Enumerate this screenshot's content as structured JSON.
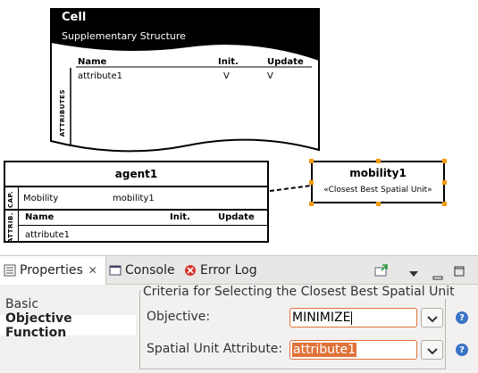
{
  "diagram": {
    "cell": {
      "title": "Cell",
      "subtitle": "Supplementary Structure",
      "section_label": "ATTRIBUTES",
      "columns": {
        "name": "Name",
        "init": "Init.",
        "update": "Update"
      },
      "rows": [
        {
          "name": "attribute1",
          "init": "V",
          "update": "V"
        }
      ]
    },
    "agent": {
      "title": "agent1",
      "cap_label": "CAP.",
      "cap_name": "Mobility",
      "cap_value": "mobility1",
      "attrib_label": "ATTRIB.",
      "columns": {
        "name": "Name",
        "init": "Init.",
        "update": "Update"
      },
      "rows": [
        {
          "name": "attribute1"
        }
      ]
    },
    "mobility": {
      "title": "mobility1",
      "stereotype": "«Closest Best Spatial Unit»"
    }
  },
  "tabs": [
    {
      "label": "Properties",
      "icon": "properties-icon",
      "active": true
    },
    {
      "label": "Console",
      "icon": "console-icon"
    },
    {
      "label": "Error Log",
      "icon": "error-log-icon"
    }
  ],
  "sidebar": {
    "items": [
      {
        "label": "Basic",
        "selected": false
      },
      {
        "label": "Objective Function",
        "selected": true
      }
    ]
  },
  "form": {
    "group_title": "Criteria for Selecting the Closest Best Spatial Unit",
    "objective_label": "Objective:",
    "objective_value": "MINIMIZE",
    "spatial_label": "Spatial Unit Attribute:",
    "spatial_value": "attribute1"
  },
  "colors": {
    "accent": "#e0723a",
    "selection": "#e0723a",
    "help": "#3a73c7"
  }
}
